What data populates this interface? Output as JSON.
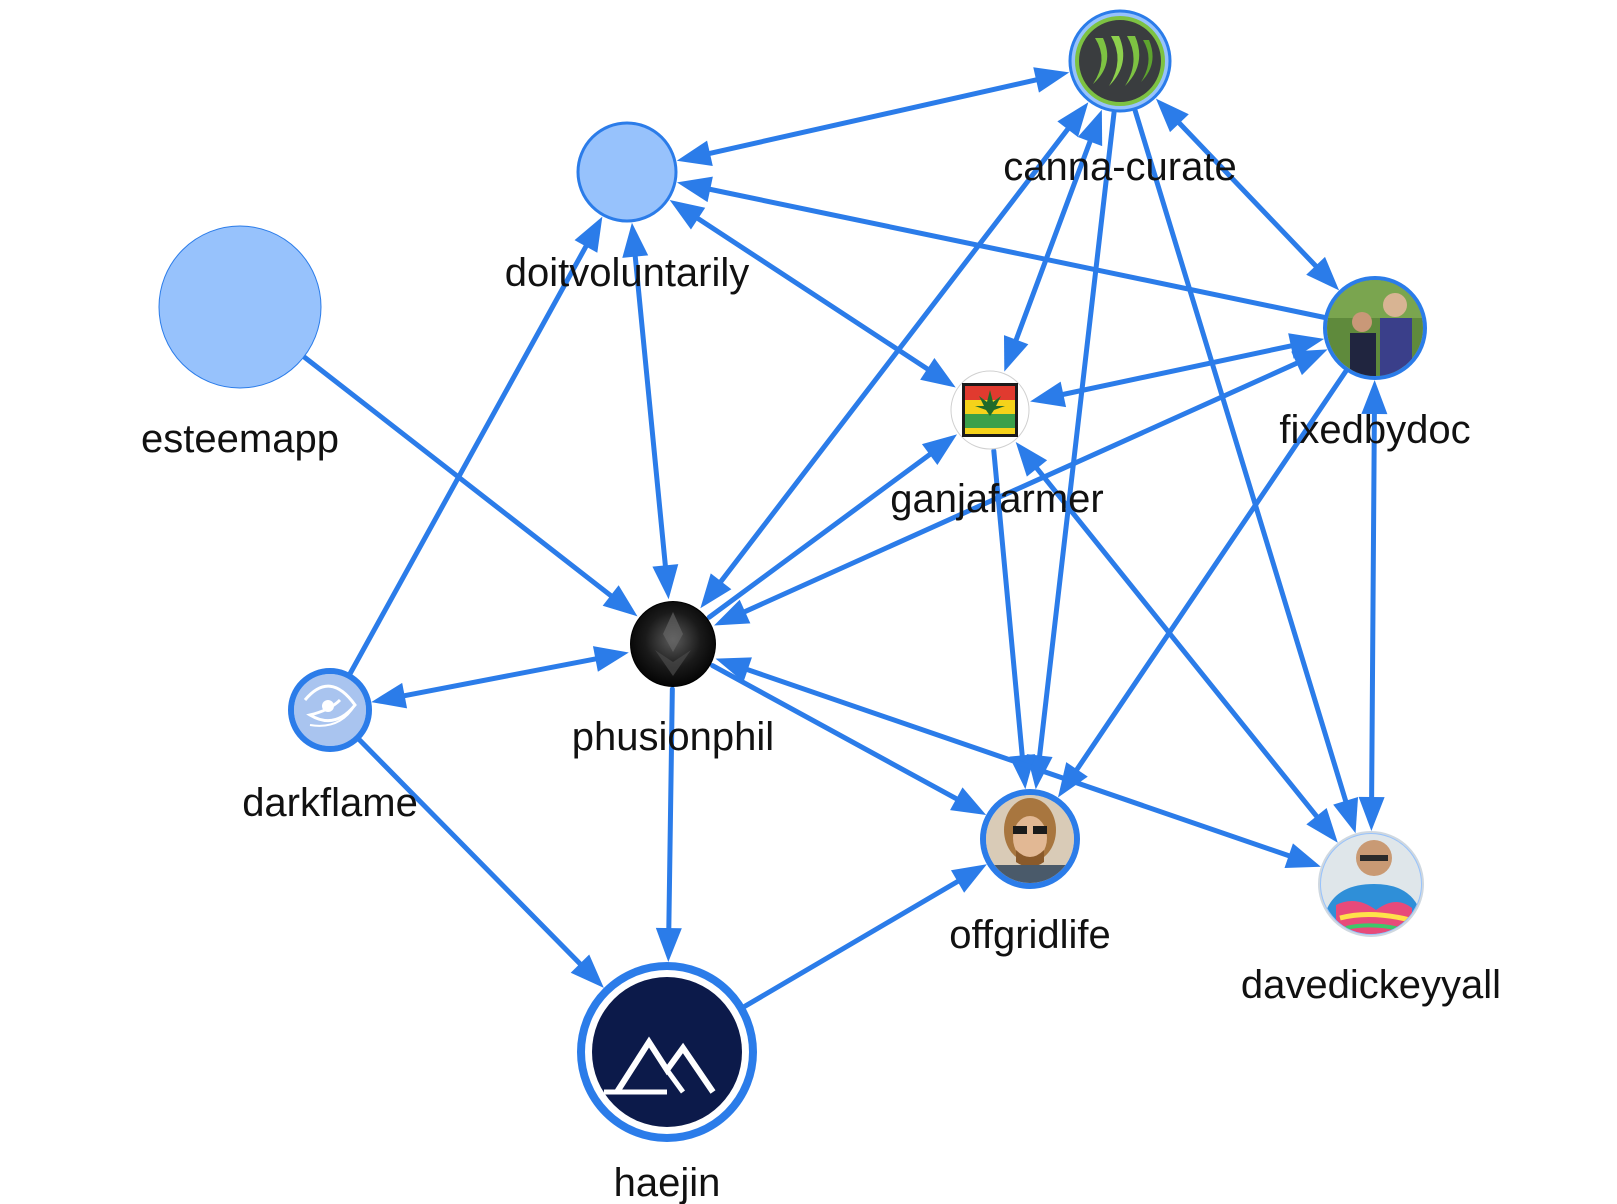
{
  "colors": {
    "edge": "#2b7ce9",
    "node_fill": "#97c2fc",
    "node_border": "#2b7ce9",
    "label": "#111111"
  },
  "nodes": [
    {
      "id": "canna-curate",
      "label": "canna-curate",
      "icon": "steem-logo-icon"
    },
    {
      "id": "doitvoluntarily",
      "label": "doitvoluntarily",
      "icon": ""
    },
    {
      "id": "esteemapp",
      "label": "esteemapp",
      "icon": ""
    },
    {
      "id": "fixedbydoc",
      "label": "fixedbydoc",
      "icon": "couple-photo-icon"
    },
    {
      "id": "ganjafarmer",
      "label": "ganjafarmer",
      "icon": "ganja-farmer-logo-icon"
    },
    {
      "id": "phusionphil",
      "label": "phusionphil",
      "icon": "dark-avatar-icon"
    },
    {
      "id": "darkflame",
      "label": "darkflame",
      "icon": "sketch-avatar-icon"
    },
    {
      "id": "offgridlife",
      "label": "offgridlife",
      "icon": "sunglasses-man-photo-icon"
    },
    {
      "id": "davedickeyyall",
      "label": "davedickeyyall",
      "icon": "tie-dye-man-photo-icon"
    },
    {
      "id": "haejin",
      "label": "haejin",
      "icon": "mountain-logo-icon"
    }
  ],
  "edges": [
    {
      "from": "canna-curate",
      "to": "doitvoluntarily",
      "both": true
    },
    {
      "from": "canna-curate",
      "to": "fixedbydoc",
      "both": true
    },
    {
      "from": "canna-curate",
      "to": "ganjafarmer",
      "both": true
    },
    {
      "from": "canna-curate",
      "to": "phusionphil",
      "both": true
    },
    {
      "from": "canna-curate",
      "to": "offgridlife",
      "both": false
    },
    {
      "from": "canna-curate",
      "to": "davedickeyyall",
      "both": false
    },
    {
      "from": "fixedbydoc",
      "to": "doitvoluntarily",
      "both": false
    },
    {
      "from": "doitvoluntarily",
      "to": "ganjafarmer",
      "both": true
    },
    {
      "from": "doitvoluntarily",
      "to": "phusionphil",
      "both": true
    },
    {
      "from": "darkflame",
      "to": "doitvoluntarily",
      "both": false
    },
    {
      "from": "esteemapp",
      "to": "phusionphil",
      "both": false
    },
    {
      "from": "fixedbydoc",
      "to": "ganjafarmer",
      "both": true
    },
    {
      "from": "fixedbydoc",
      "to": "phusionphil",
      "both": true
    },
    {
      "from": "fixedbydoc",
      "to": "offgridlife",
      "both": false
    },
    {
      "from": "fixedbydoc",
      "to": "davedickeyyall",
      "both": true
    },
    {
      "from": "phusionphil",
      "to": "ganjafarmer",
      "both": false
    },
    {
      "from": "ganjafarmer",
      "to": "offgridlife",
      "both": false
    },
    {
      "from": "ganjafarmer",
      "to": "davedickeyyall",
      "both": true
    },
    {
      "from": "phusionphil",
      "to": "darkflame",
      "both": true
    },
    {
      "from": "phusionphil",
      "to": "offgridlife",
      "both": false
    },
    {
      "from": "phusionphil",
      "to": "davedickeyyall",
      "both": true
    },
    {
      "from": "phusionphil",
      "to": "haejin",
      "both": false
    },
    {
      "from": "darkflame",
      "to": "haejin",
      "both": false
    },
    {
      "from": "haejin",
      "to": "offgridlife",
      "both": false
    }
  ]
}
